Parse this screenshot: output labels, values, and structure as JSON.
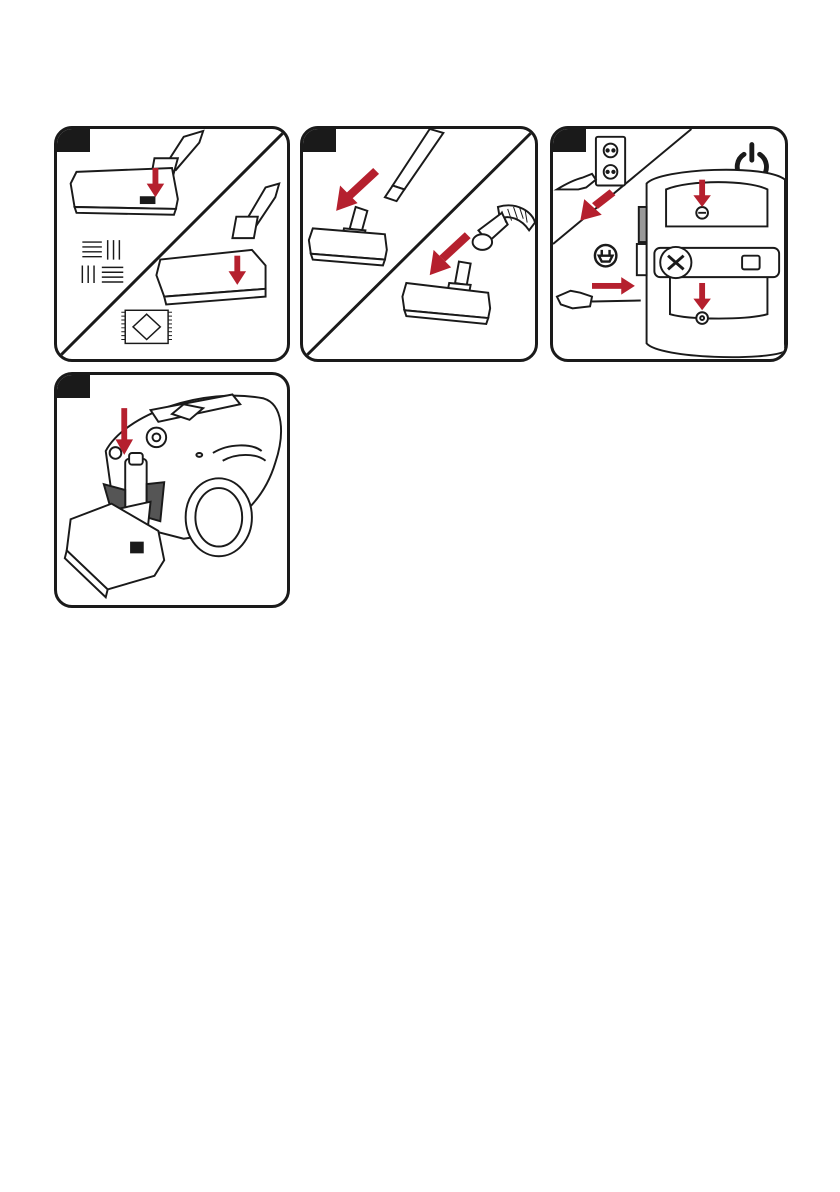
{
  "document": {
    "kind": "pictogram instruction page",
    "accent_color": "#b5202e",
    "line_color": "#1a1a1a",
    "panels": [
      {
        "id": "panel-1",
        "icons": [
          "floor-nozzle-icon",
          "hard-floor-icon",
          "carpet-icon",
          "pedal-switch-icon"
        ]
      },
      {
        "id": "panel-2",
        "icons": [
          "tube-icon",
          "floor-nozzle-icon",
          "hose-icon"
        ]
      },
      {
        "id": "panel-3",
        "icons": [
          "wall-socket-icon",
          "plug-icon",
          "power-icon",
          "cord-rewind-button-icon",
          "on-off-button-icon"
        ]
      },
      {
        "id": "panel-4",
        "icons": [
          "vacuum-cleaner-icon",
          "nozzle-parking-icon"
        ]
      }
    ]
  }
}
